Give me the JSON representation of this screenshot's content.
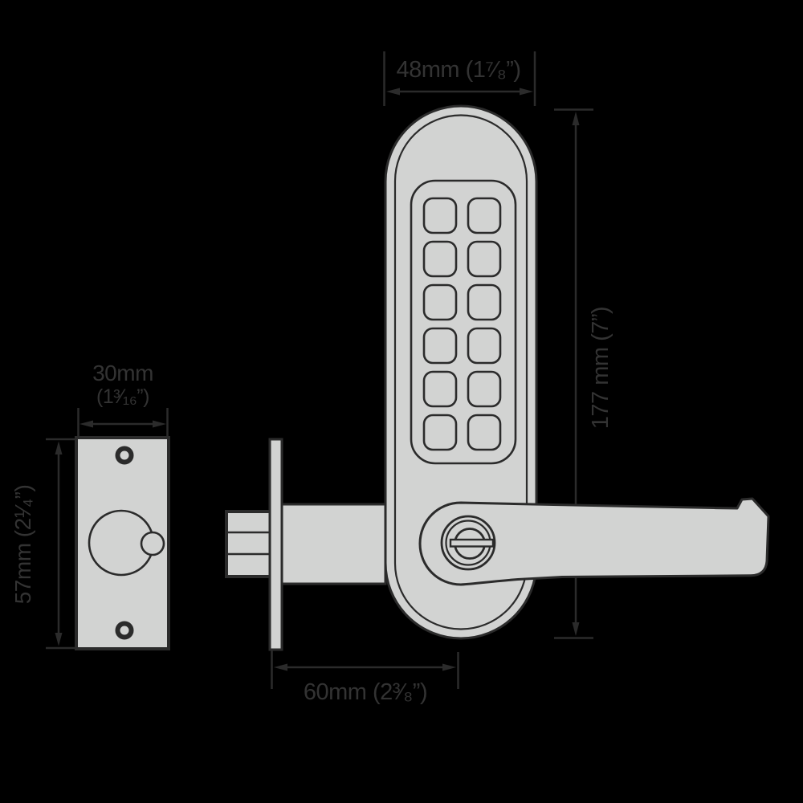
{
  "colors": {
    "bg": "#000000",
    "line": "#2b2b2b",
    "metal": "#d2d3d2",
    "text": "#333333"
  },
  "dimensions": {
    "lock_width": {
      "label": "48mm (1⁷⁄₈”)"
    },
    "lock_height": {
      "label": "177 mm (7”)"
    },
    "plate_width": {
      "line1": "30mm",
      "line2": "(1³⁄₁₆”)"
    },
    "plate_height": {
      "label": "57mm (2¹⁄₄”)"
    },
    "backset": {
      "label": "60mm (2³⁄₈”)"
    }
  }
}
